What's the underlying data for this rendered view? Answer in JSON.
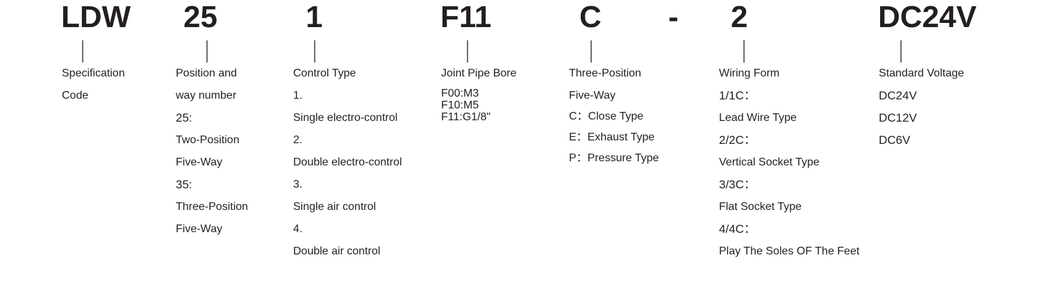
{
  "codes": [
    "LDW",
    "25",
    "1",
    "F11",
    "C",
    "-",
    "2",
    "DC24V"
  ],
  "columns": {
    "spec": [
      "Specification",
      "Code"
    ],
    "position": [
      "Position and",
      "way number",
      "25:",
      "Two-Position",
      "Five-Way",
      "35:",
      "Three-Position",
      "Five-Way"
    ],
    "control": [
      "Control Type",
      "1.",
      "Single electro-control",
      "2.",
      "Double electro-control",
      "3.",
      "Single air control",
      "4.",
      "Double air control"
    ],
    "bore": [
      "Joint Pipe Bore",
      "F00:M3",
      "F10:M5",
      "F11:G1/8\""
    ],
    "function": [
      "Three-Position",
      "Five-Way",
      "C：Close Type",
      "E：Exhaust Type",
      "P：Pressure Type"
    ],
    "wiring": [
      "Wiring Form",
      "1/1C：",
      "Lead Wire Type",
      "2/2C：",
      "Vertical Socket Type",
      "3/3C：",
      "Flat Socket Type",
      "4/4C：",
      "Play The Soles OF The Feet"
    ],
    "voltage": [
      "Standard Voltage",
      "DC24V",
      "DC12V",
      "DC6V"
    ]
  }
}
